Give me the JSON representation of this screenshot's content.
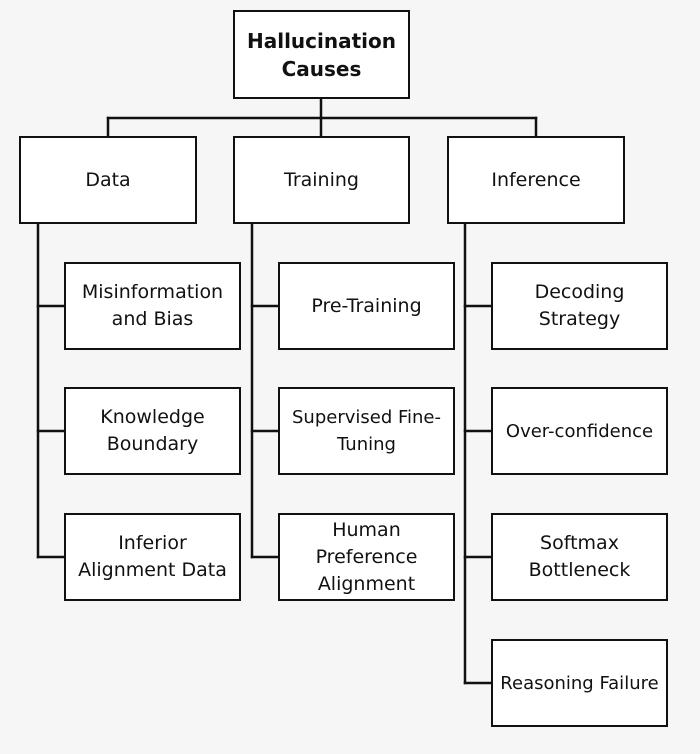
{
  "root": {
    "title": "Hallucination\nCauses"
  },
  "categories": [
    {
      "label": "Data",
      "items": [
        "Misinformation\nand Bias",
        "Knowledge\nBoundary",
        "Inferior\nAlignment Data"
      ]
    },
    {
      "label": "Training",
      "items": [
        "Pre-Training",
        "Supervised Fine-\nTuning",
        "Human\nPreference\nAlignment"
      ]
    },
    {
      "label": "Inference",
      "items": [
        "Decoding\nStrategy",
        "Over-confidence",
        "Softmax\nBottleneck",
        "Reasoning Failure"
      ]
    }
  ]
}
